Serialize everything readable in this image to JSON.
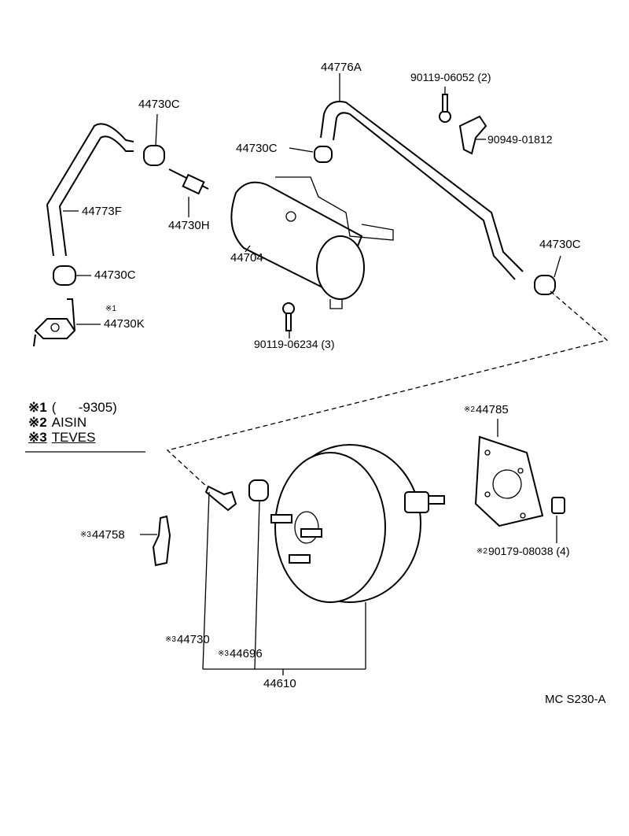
{
  "diagram": {
    "parts": {
      "hose_44776A": "44776A",
      "bolt_top": "90119-06052 (2)",
      "bracket_top": "90949-01812",
      "clamp_a": "44730C",
      "clamp_b": "44730C",
      "hose_44773F": "44773F",
      "valve_44730H": "44730H",
      "tank_44704": "44704",
      "clamp_c": "44730C",
      "clamp_d": "44730C",
      "union_mark": "※1",
      "union_44730K": "44730K",
      "bolt_mid": "90119-06234 (3)",
      "gasket_mark": "※2",
      "gasket_44785": "44785",
      "bracket_mark": "※3",
      "bracket_44758": "44758",
      "nut_mark": "※2",
      "nut_90179": "90179-08038 (4)",
      "union_b_mark": "※3",
      "union_b_44730": "44730",
      "grommet_mark": "※3",
      "grommet_44696": "44696",
      "booster_44610": "44610"
    },
    "legend": [
      {
        "mark": "※1",
        "text": "(      -9305)"
      },
      {
        "mark": "※2",
        "text": "AISIN"
      },
      {
        "mark": "※3",
        "text": "TEVES"
      }
    ],
    "code": "MC S230-A"
  }
}
